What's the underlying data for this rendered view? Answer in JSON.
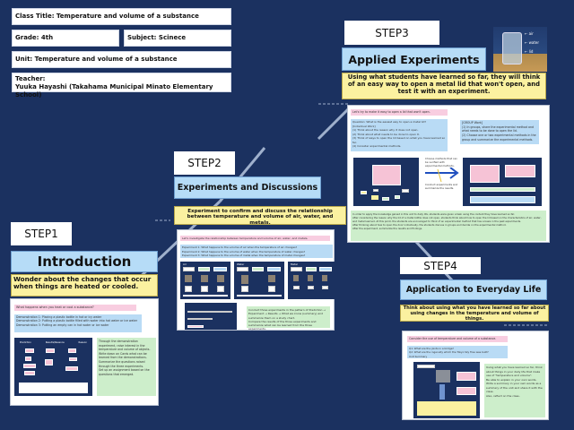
{
  "header": {
    "class_title": "Class Title: Temperature and volume of a substance",
    "grade": "Grade: 4th",
    "subject": "Subject: Scinece",
    "unit": "Unit: Temperature and volume of a substance",
    "teacher_label": "Teacher:",
    "teacher_name": "Yuuka Hayashi (Takahama Municipal Minato Elementary School)"
  },
  "steps": [
    {
      "label": "STEP1",
      "title": "Introduction",
      "description": "Wonder about the changes that occur when things are heated or cooled.",
      "card": {
        "question": "What happens when you heat or cool a substance?",
        "items": [
          "Demonstration 1: Placing a plastic bottle in hot or icy water",
          "Demonstration 2: Putting a plastic bottle filled with water into hot water or ice water",
          "Demonstration 3: Putting an empty can in hot water or ice water"
        ],
        "board_columns": [
          "Prediction",
          "Results/Reasons",
          "Reason"
        ],
        "notes": [
          "Through the demonstration experiment, raise interest in the temperature and volume of objects.",
          "Write down on Cards what can be learned from the demonstrations.",
          "Summarize the questions raised through the three experiments.",
          "Set up an assignment based on the questions that emerged."
        ]
      }
    },
    {
      "label": "STEP2",
      "title": "Experiments and Discussions",
      "description": "Experiment to confirm and discuss the relationship between temperature and volume of air, water, and metals.",
      "card": {
        "question": "Let's investigate the relationship between temperature and volume of air, water, and metals.",
        "items": [
          "Experiment 1: What happens to the volume of air when the temperature of air changes?",
          "Experiment 2: What happens to the volume of water when the temperature of water changes?",
          "Experiment 3: What happens to the volume of metal when the temperature of metal changes?"
        ],
        "panels": [
          "Air",
          "Water",
          "Metal"
        ],
        "notes": [
          "Conduct three experiments in the pattern of Prediction → Experiment → Results → What we know (summary) and summarize them on a study chart.",
          "Compare the results of the three experiments and summarize what can be learned from the three experiments."
        ]
      }
    },
    {
      "label": "STEP3",
      "title": "Applied Experiments",
      "description": "Using what students have learned so far, they will think of an easy way to open a metal lid that won't open, and test it with an experiment.",
      "card": {
        "question": "Let's try to make it easy to open a lid that won't open.",
        "individual": [
          "Question: What is the easiest way to open a metal lid?",
          "[Individual Work]",
          "(1) Think about the reason why it does not open.",
          "(2) Think about what needs to be done to open it.",
          "(3) Think of ways to open the lid based on what you have learned so far.",
          "(4) Consider experimental methods."
        ],
        "group": [
          "[GROUP Work]",
          "(1) In groups, share the experimental method and what needs to be done to open the lid.",
          "(2) Choose one or two experimental methods in the group and summarize the experimental methods."
        ],
        "arrow_notes": [
          "Choose methods that can be verified with experimental methods.",
          "Conduct experiments and summarize the results."
        ],
        "notes": [
          "In order to apply the knowledge gained in this unit to daily life, students were given a task using the content they have learned so far.",
          "After considering the reason why the lid of a metal bottle does not open, students think about how to open the lid based on the characteristics of air, water, and metal learned. At this point, the students are encouraged to think of an experimental method that has a basis in the past experiments.",
          "After thinking about how to open the door individually, the students discuss in groups and decide on the experimental method.",
          "After the experiment, summarize the results and findings."
        ],
        "photo_labels": [
          "← air",
          "← water",
          "← lid"
        ]
      }
    },
    {
      "label": "STEP4",
      "title": "Application to Everyday Life",
      "description": "Think about using what you have learned so far about using changes in the temperature and volume of things.",
      "card": {
        "question": "Consider the use of temperature and volume of a substance.",
        "items": [
          "Q1: What are the joints in a bridge?",
          "Q2: What are the ingenuity which the Tokyo Sky Tree was built?",
          "Unit Summary"
        ],
        "notes": [
          "Using what you have learned so far, think about things in your daily life that make use of \"temperature and volume\".",
          "Be able to explain in your own words.",
          "Write a summary in your own words as a summary of the unit and share it with the class.",
          "Also, reflect on the class."
        ]
      }
    }
  ],
  "colors": {
    "background": "#1b3160",
    "title_box": "#b6dcf7",
    "description_box": "#fbf1a0",
    "pink_band": "#f8cde0",
    "blue_band": "#b9dbf5",
    "green_band": "#cdeecb"
  }
}
